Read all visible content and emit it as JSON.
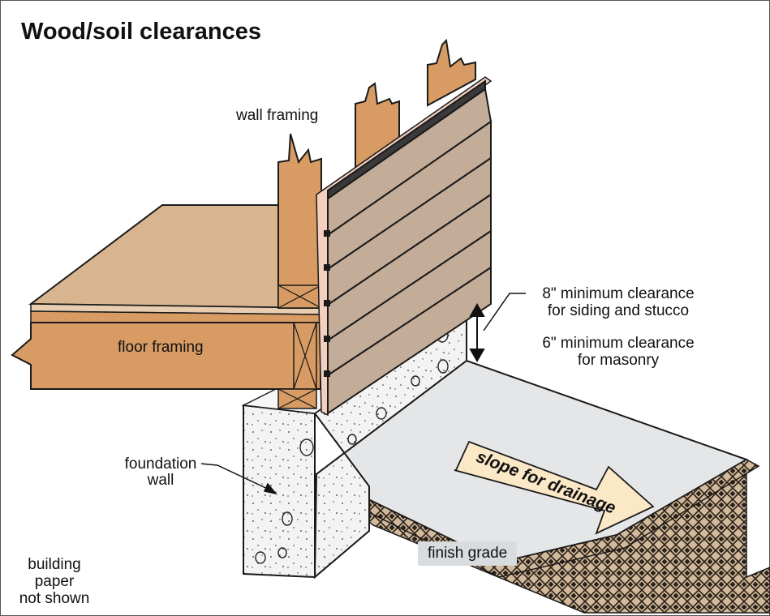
{
  "title": "Wood/soil clearances",
  "labels": {
    "wall_framing": "wall framing",
    "floor_framing": "floor framing",
    "foundation_wall_1": "foundation",
    "foundation_wall_2": "wall",
    "clearance_siding_1": "8\" minimum clearance",
    "clearance_siding_2": "for siding and stucco",
    "clearance_masonry_1": "6\" minimum clearance",
    "clearance_masonry_2": "for masonry",
    "slope": "slope for drainage",
    "finish_grade": "finish grade",
    "building_paper_1": "building",
    "building_paper_2": "paper",
    "building_paper_3": "not shown"
  },
  "colors": {
    "framing_wood": "#d79b63",
    "floor_top": "#d9b58f",
    "siding": "#c4ad98",
    "siding_edge": "#f2cfbf",
    "concrete": "#f3f3f3",
    "grade_surface": "#e4e6e7",
    "slope_arrow": "#fbe8c6",
    "soil": "#cfb698",
    "outline": "#1a1a1a"
  }
}
